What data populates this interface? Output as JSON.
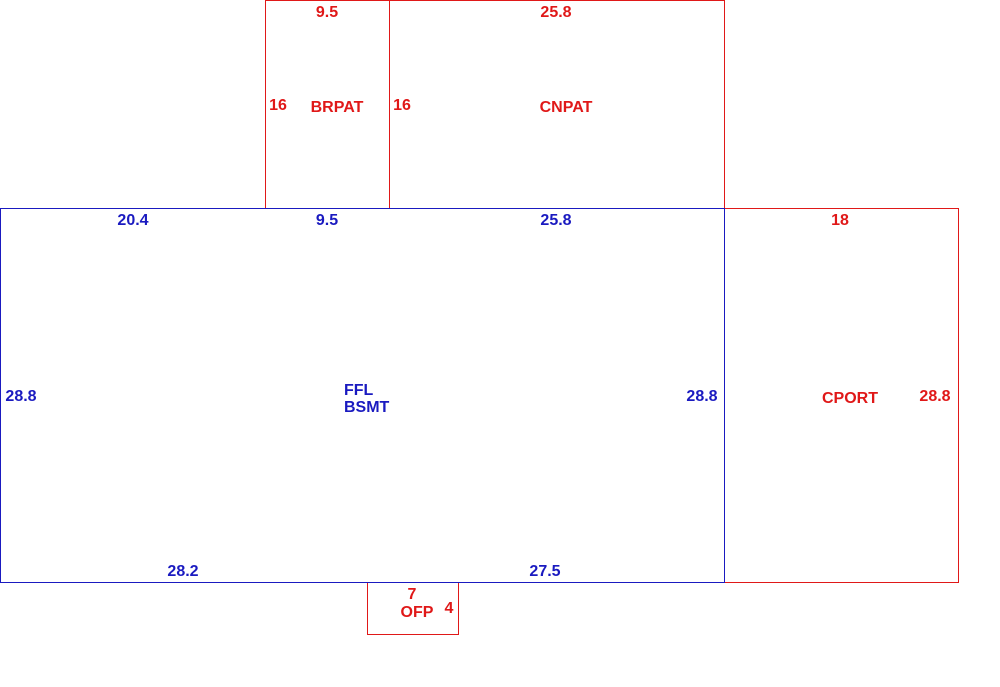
{
  "colors": {
    "main": "#1a1ac0",
    "attached": "#e01818",
    "background": "#ffffff"
  },
  "brpat": {
    "label": "BRPAT",
    "top": "9.5",
    "side": "16"
  },
  "cnpat": {
    "label": "CNPAT",
    "top": "25.8",
    "side": "16"
  },
  "main_area": {
    "label_line1": "FFL",
    "label_line2": "BSMT",
    "top_left": "20.4",
    "top_mid": "9.5",
    "top_right": "25.8",
    "left": "28.8",
    "right": "28.8",
    "bottom_left": "28.2",
    "bottom_right": "27.5"
  },
  "cport": {
    "label": "CPORT",
    "top": "18",
    "right": "28.8"
  },
  "ofp": {
    "label": "OFP",
    "top": "7",
    "right": "4"
  }
}
